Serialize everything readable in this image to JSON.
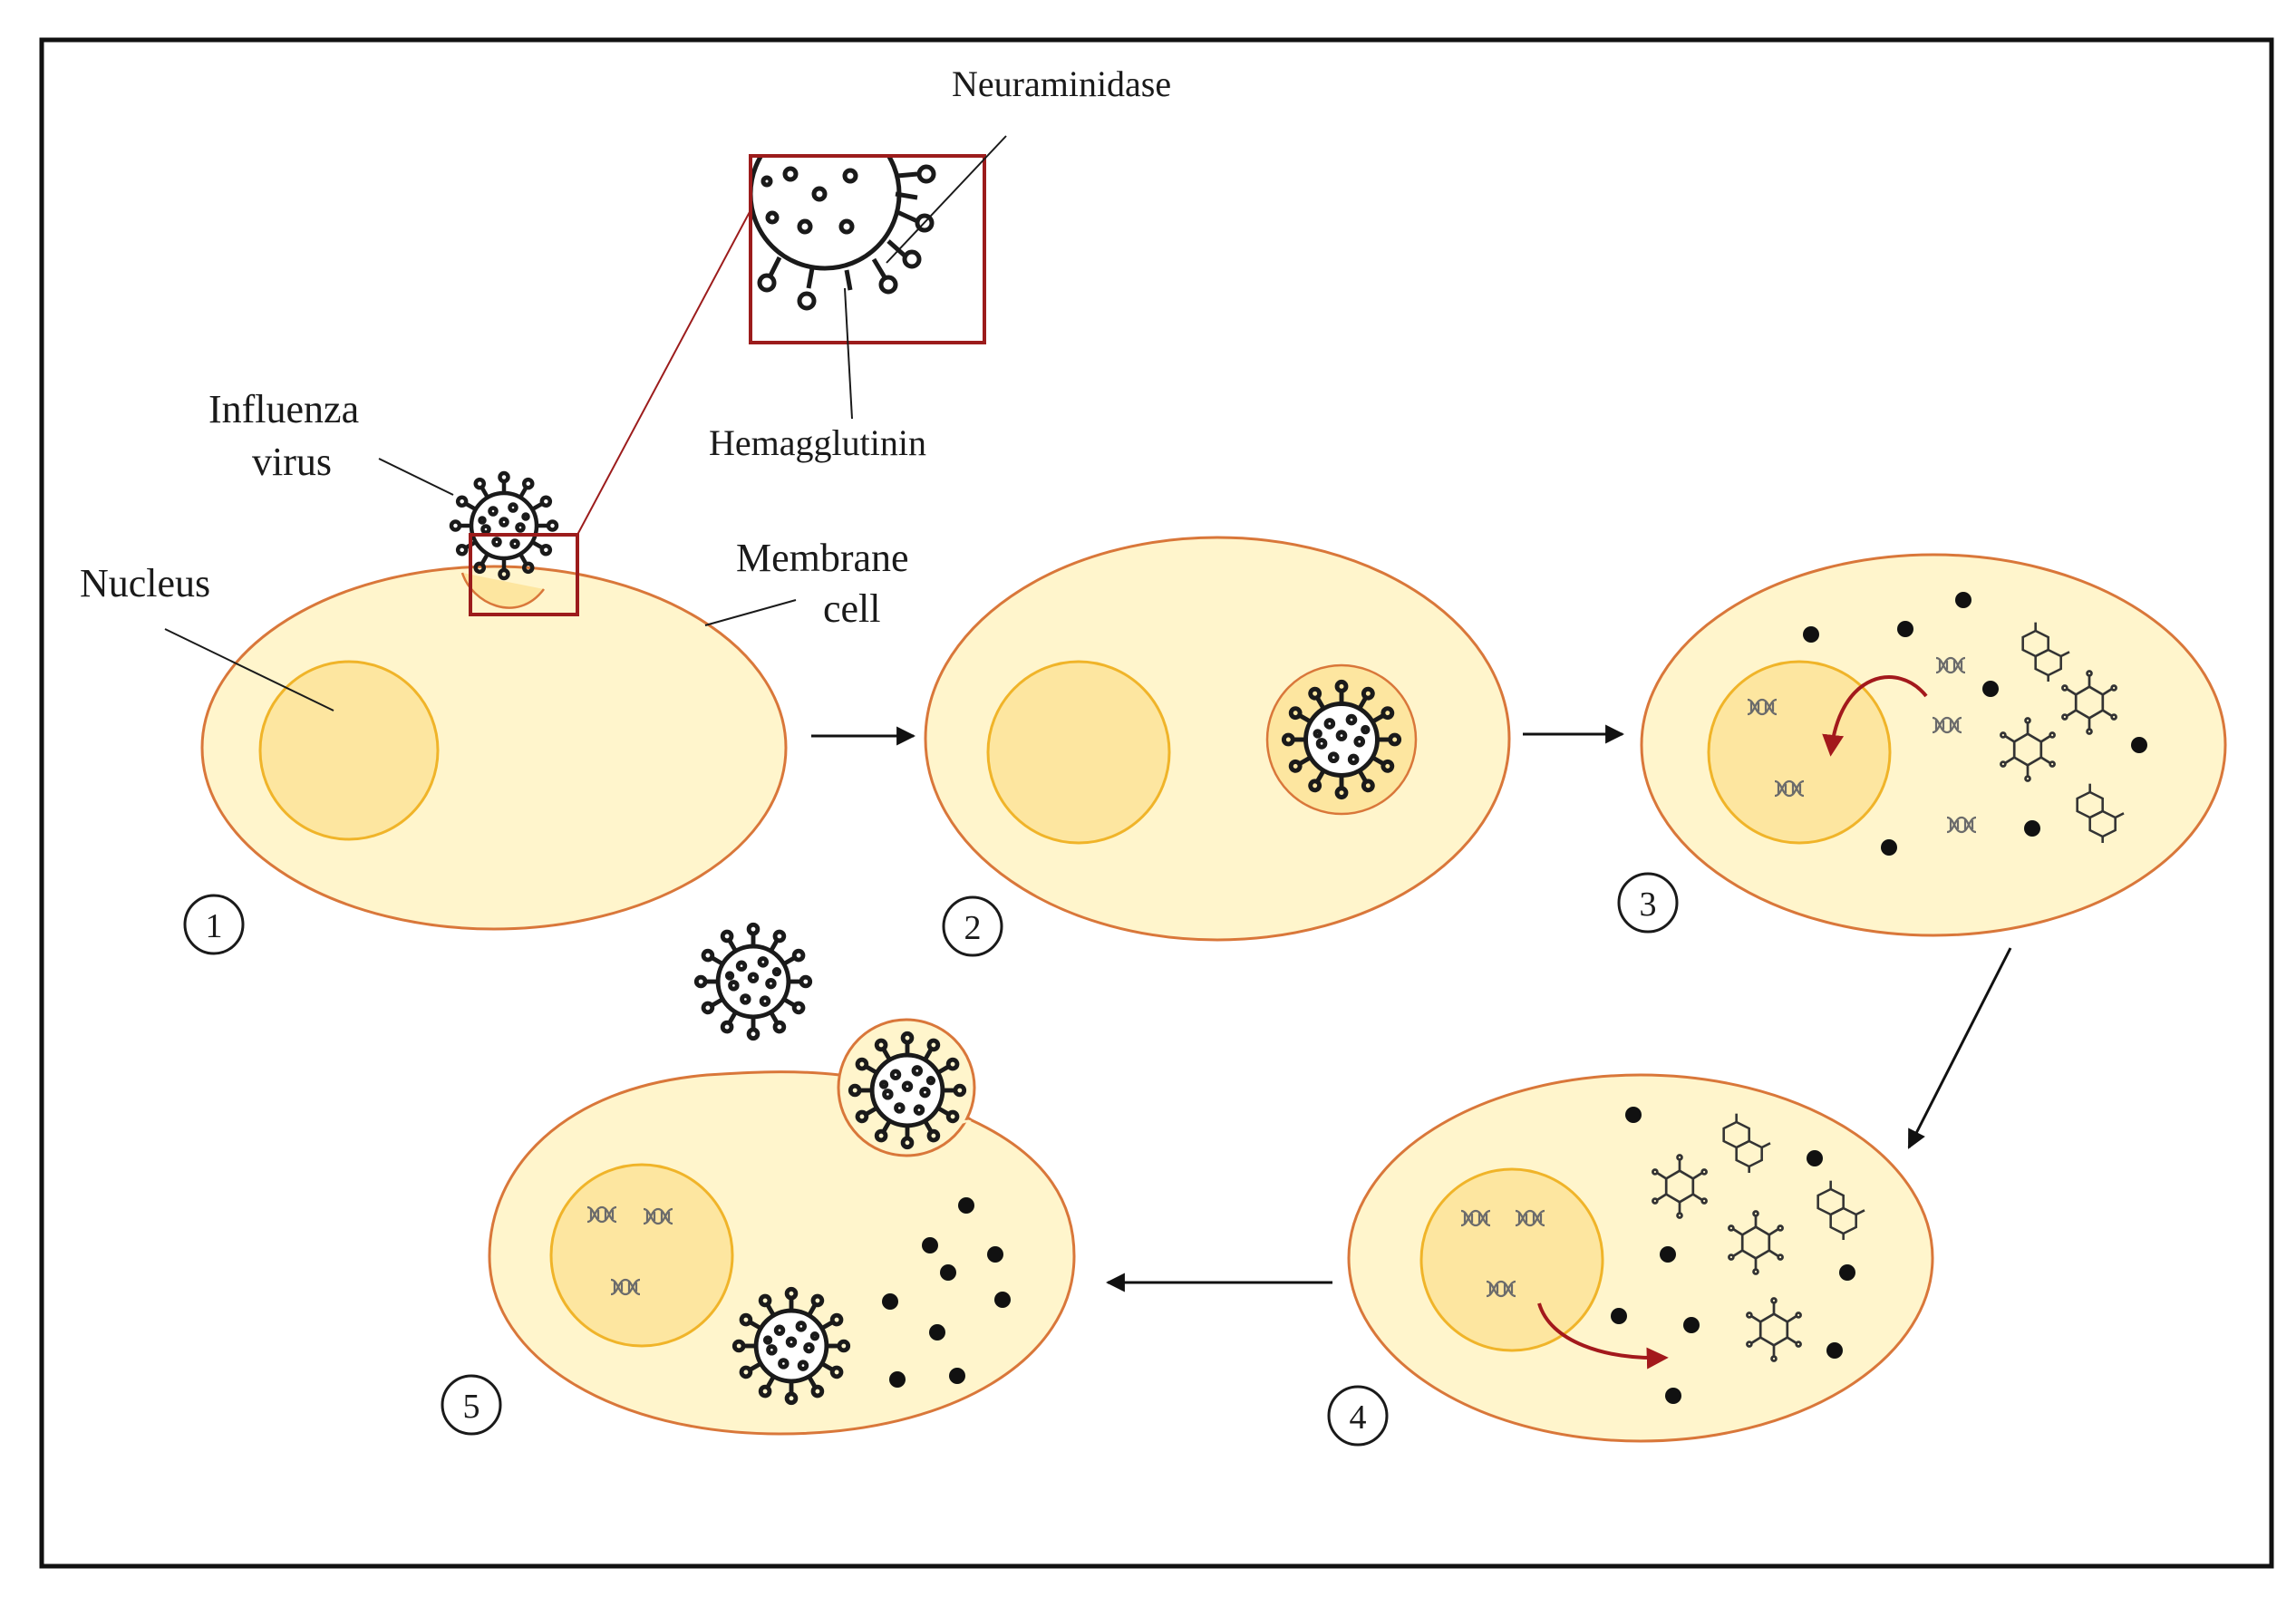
{
  "labels": {
    "neuraminidase": "Neuraminidase",
    "hemagglutinin": "Hemagglutinin",
    "influenza_line1": "Influenza",
    "influenza_line2": "virus",
    "nucleus": "Nucleus",
    "membrane_line1": "Membrane",
    "membrane_line2": "cell"
  },
  "steps": [
    "1",
    "2",
    "3",
    "4",
    "5"
  ],
  "colors": {
    "cell_fill": "#fff5cc",
    "cell_stroke": "#d9773a",
    "nucleus_fill": "#fde6a0",
    "nucleus_stroke": "#f0b429",
    "zoom_box": "#9c1c1c",
    "red_arrow": "#a3191c",
    "virus_stroke": "#1a1a1a",
    "protein": "#111111",
    "frame": "#111111"
  },
  "icons": {
    "virus": "influenza-virus-icon",
    "rna": "viral-rna-icon",
    "protein_blob": "viral-protein-dot-icon",
    "protein_structure": "viral-protein-structure-icon"
  }
}
